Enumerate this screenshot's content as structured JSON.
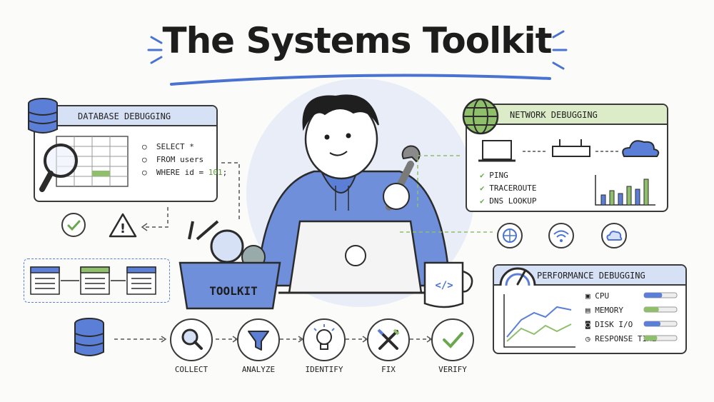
{
  "title": "The Systems Toolkit",
  "database": {
    "header": "DATABASE DEBUGGING",
    "sql": [
      "SELECT *",
      "FROM users",
      "WHERE id = "
    ],
    "sql_id": "101",
    "sql_end": ";"
  },
  "network": {
    "header": "NETWORK DEBUGGING",
    "checks": [
      "PING",
      "TRACEROUTE",
      "DNS LOOKUP"
    ]
  },
  "performance": {
    "header": "PERFORMANCE DEBUGGING",
    "metrics": [
      {
        "label": "CPU",
        "level": 0.55,
        "color": "#5b7fd6"
      },
      {
        "label": "MEMORY",
        "level": 0.45,
        "color": "#8fbf6a"
      },
      {
        "label": "DISK I/O",
        "level": 0.5,
        "color": "#5b7fd6"
      },
      {
        "label": "RESPONSE TIME",
        "level": 0.4,
        "color": "#8fbf6a"
      }
    ]
  },
  "toolkit_label": "TOOLKIT",
  "workflow": [
    "COLLECT",
    "ANALYZE",
    "IDENTIFY",
    "FIX",
    "VERIFY"
  ],
  "mug_text": "</>",
  "colors": {
    "blue": "#5b7fd6",
    "green": "#8fbf6a",
    "ink": "#2b2b2b"
  }
}
